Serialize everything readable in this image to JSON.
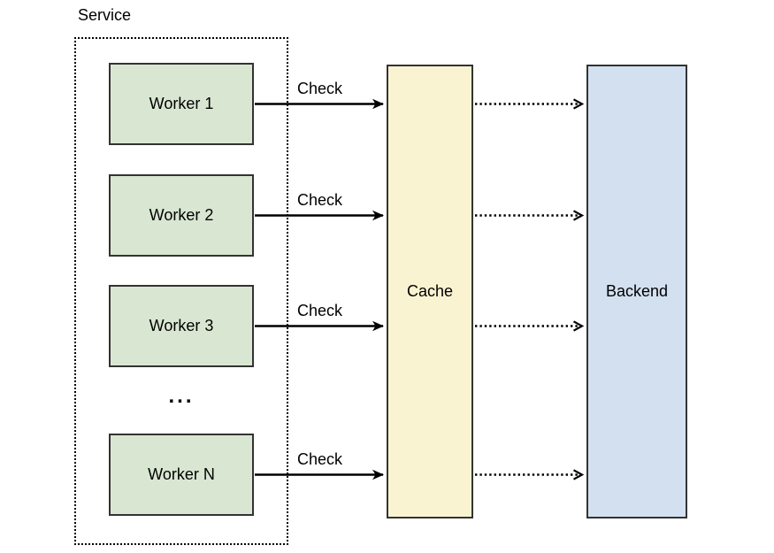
{
  "diagram": {
    "service": {
      "label": "Service",
      "ellipsis": "..."
    },
    "workers": [
      {
        "label": "Worker 1"
      },
      {
        "label": "Worker 2"
      },
      {
        "label": "Worker 3"
      },
      {
        "label": "Worker N"
      }
    ],
    "check_arrows": [
      {
        "label": "Check",
        "from": "Worker 1",
        "to": "Cache",
        "style": "solid"
      },
      {
        "label": "Check",
        "from": "Worker 2",
        "to": "Cache",
        "style": "solid"
      },
      {
        "label": "Check",
        "from": "Worker 3",
        "to": "Cache",
        "style": "solid"
      },
      {
        "label": "Check",
        "from": "Worker N",
        "to": "Cache",
        "style": "solid"
      }
    ],
    "cache": {
      "label": "Cache"
    },
    "backend": {
      "label": "Backend"
    },
    "cache_backend_arrows": {
      "count": 4,
      "style": "dotted"
    },
    "colors": {
      "worker_fill": "#D9E7D2",
      "cache_fill": "#FAF3D1",
      "backend_fill": "#D3E0F0",
      "node_border": "#333333",
      "arrow": "#000000",
      "group_border": "#000000",
      "background": "#FFFFFF"
    }
  }
}
